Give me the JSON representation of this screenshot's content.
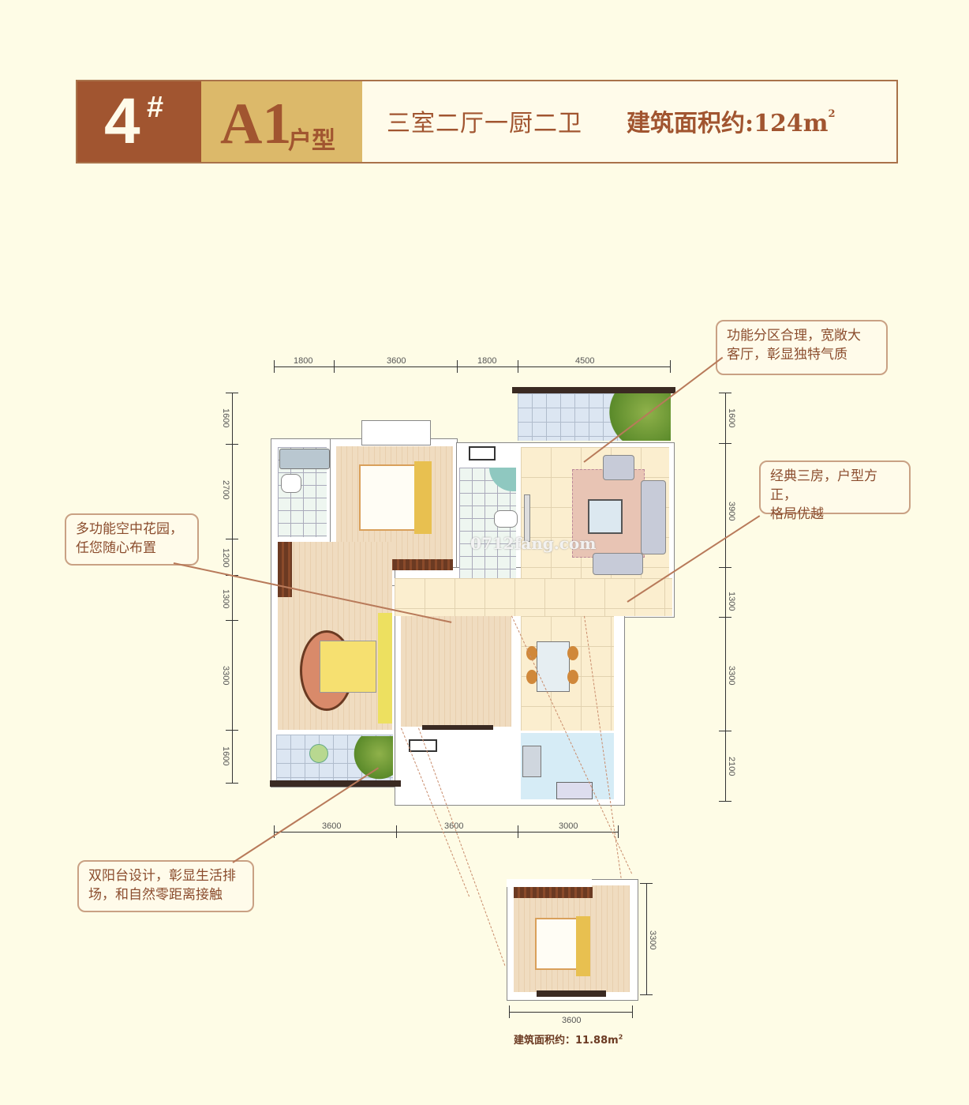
{
  "header": {
    "building_number": "4",
    "building_suffix": "#",
    "unit_type_code": "A1",
    "unit_type_label": "户型",
    "layout_description": "三室二厅一厨二卫",
    "area_label": "建筑面积约:",
    "area_value": "124m",
    "area_unit_sup": "2",
    "colors": {
      "number_bg": "#a15530",
      "type_bg": "#dcb96a",
      "text": "#a15530",
      "page_bg": "#fefce6"
    }
  },
  "dimensions": {
    "top": [
      "1800",
      "3600",
      "1800",
      "4500"
    ],
    "bottom": [
      "3600",
      "3600",
      "3000"
    ],
    "left": [
      "1600",
      "2700",
      "1200",
      "1300",
      "3300",
      "1600"
    ],
    "right": [
      "1600",
      "3900",
      "1300",
      "3300",
      "2100"
    ]
  },
  "callouts": {
    "living_room": "功能分区合理，宽敞大客厅，彰显独特气质",
    "three_rooms": "经典三房，户型方正，格局优越",
    "sky_garden": "多功能空中花园，任您随心布置",
    "double_balcony": "双阳台设计，彰显生活排场，和自然零距离接触"
  },
  "callout_lines": {
    "living_room": [
      "功能分区合理，宽敞大",
      "客厅，彰显独特气质"
    ],
    "three_rooms": [
      "经典三房，户型方正，",
      "格局优越"
    ],
    "sky_garden": [
      "多功能空中花园，",
      "任您随心布置"
    ],
    "double_balcony": [
      "双阳台设计，彰显生活排",
      "场，和自然零距离接触"
    ]
  },
  "watermark": "0712fang.com",
  "inset": {
    "dim_width": "3600",
    "dim_height": "3300",
    "area_label": "建筑面积约：",
    "area_value": "11.88m",
    "area_unit_sup": "2"
  }
}
